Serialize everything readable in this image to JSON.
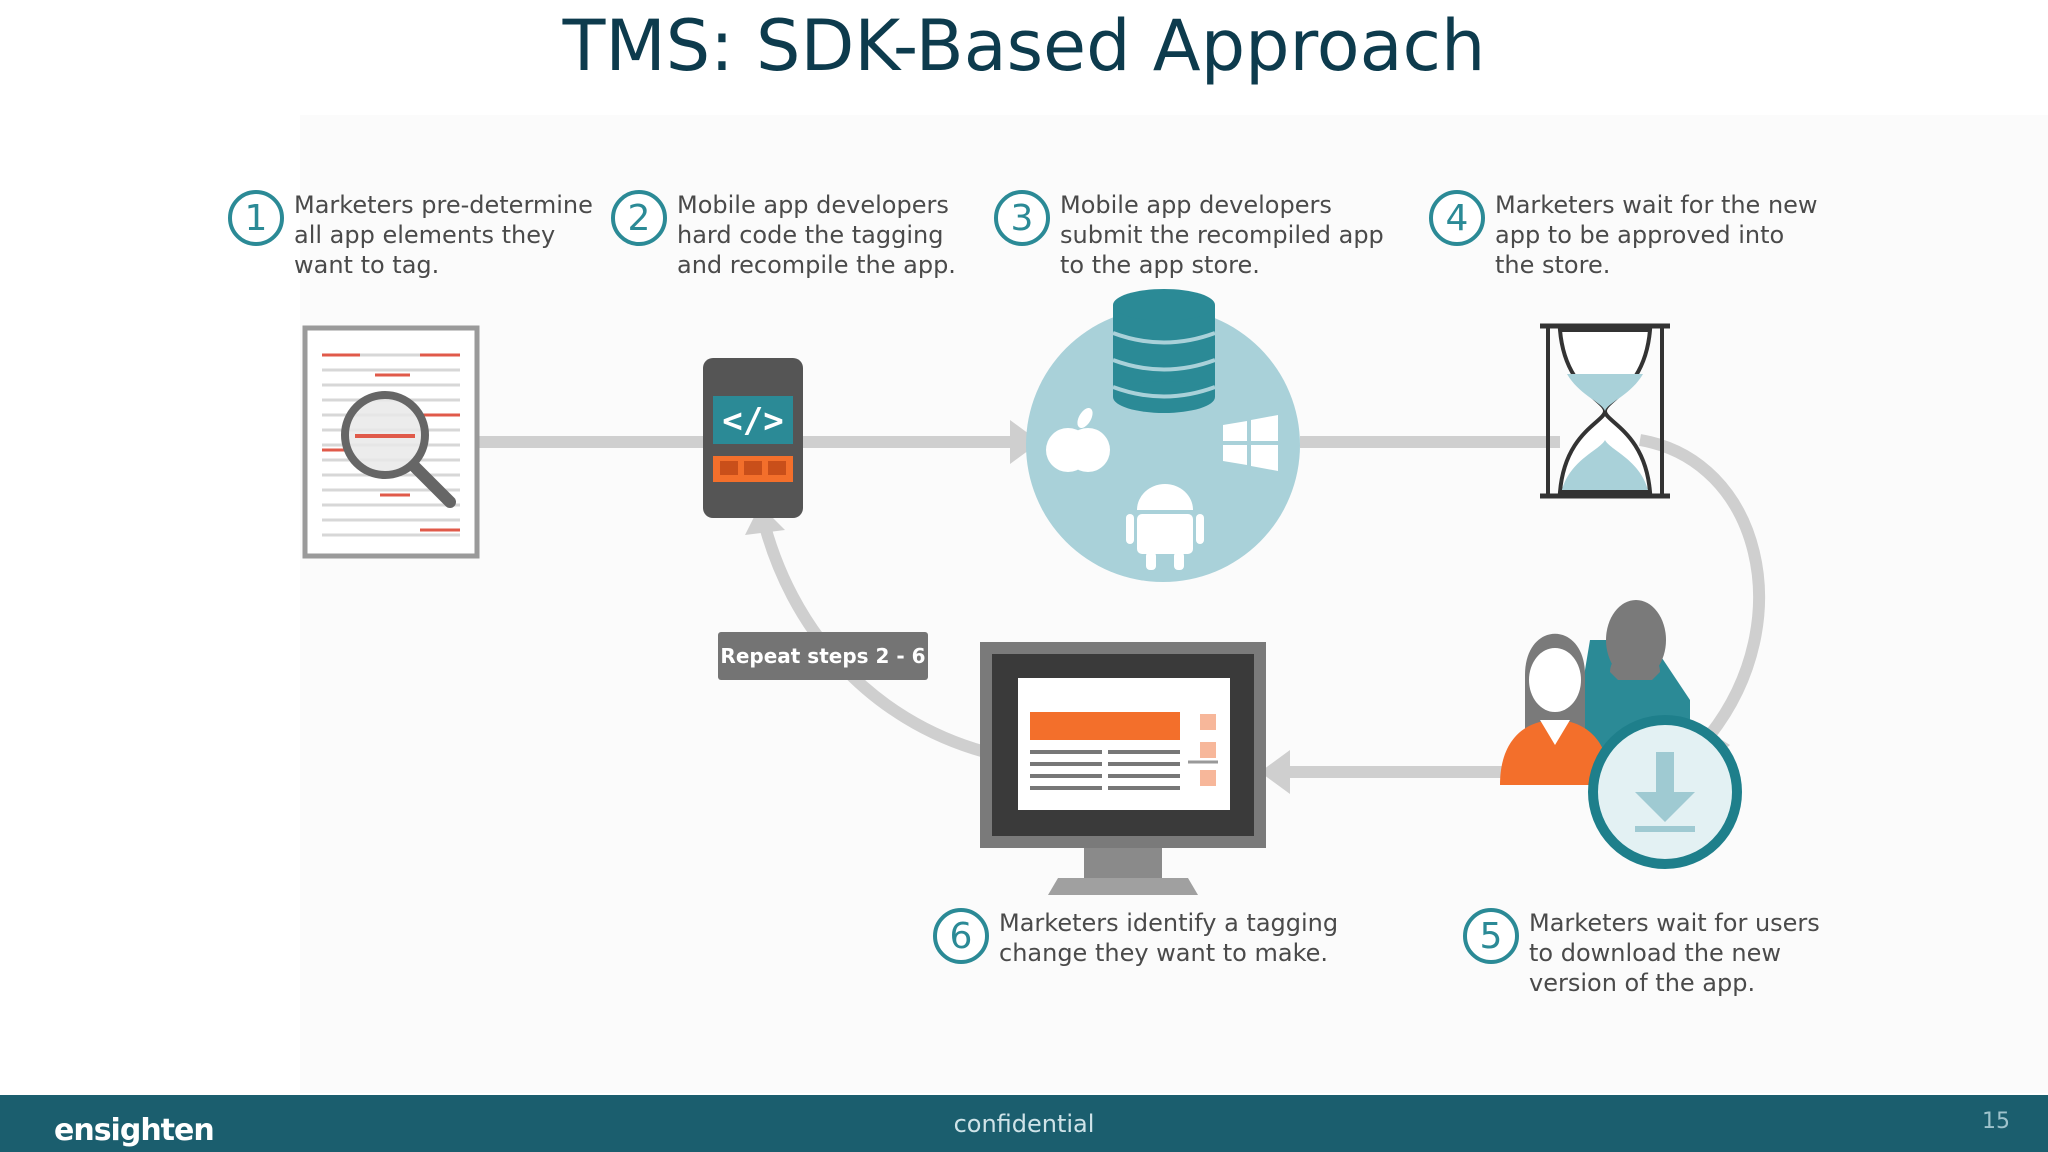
{
  "title": "TMS: SDK-Based Approach",
  "steps": [
    {
      "number": "1",
      "text": "Marketers pre-determine\nall app elements they\nwant to tag."
    },
    {
      "number": "2",
      "text": "Mobile app developers\nhard code the tagging\nand recompile the app."
    },
    {
      "number": "3",
      "text": "Mobile app developers\nsubmit the recompiled app\nto the  app store."
    },
    {
      "number": "4",
      "text": "Marketers wait for the new\napp to be approved into\nthe store."
    },
    {
      "number": "5",
      "text": "Marketers wait for users\nto download the new\nversion of the app."
    },
    {
      "number": "6",
      "text": "Marketers identify a tagging\nchange they want to make."
    }
  ],
  "repeat_label": "Repeat steps 2 - 6",
  "footer": {
    "logo": "ensighten",
    "confidential": "confidential",
    "page_number": "15"
  },
  "colors": {
    "teal": "#2b8a96",
    "orange": "#f36f2b",
    "grey": "#cccccc",
    "footer": "#1b5e6e"
  }
}
